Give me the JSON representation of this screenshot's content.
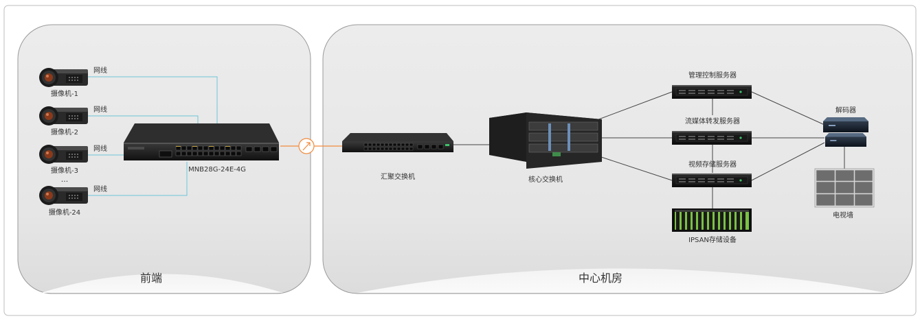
{
  "zones": {
    "front": {
      "label": "前端"
    },
    "center": {
      "label": "中心机房"
    }
  },
  "cameras": [
    {
      "label": "摄像机-1",
      "cable_label": "网线"
    },
    {
      "label": "摄像机-2",
      "cable_label": "网线"
    },
    {
      "label": "摄像机-3",
      "cable_label": "网线"
    },
    {
      "label": "摄像机-24",
      "cable_label": "网线"
    }
  ],
  "camera_ellipsis": "...",
  "access_switch": {
    "label": "MNB28G-24E-4G"
  },
  "aggregation_switch": {
    "label": "汇聚交换机"
  },
  "core_switch": {
    "label": "核心交换机"
  },
  "servers": [
    {
      "label": "管理控制服务器"
    },
    {
      "label": "流媒体转发服务器"
    },
    {
      "label": "视频存储服务器"
    }
  ],
  "storage": {
    "label": "IPSAN存储设备"
  },
  "decoder": {
    "label": "解码器"
  },
  "video_wall": {
    "label": "电视墙"
  },
  "colors": {
    "camera_link": "#6cc4d8",
    "fiber_link": "#f08a3c",
    "trunk_link": "#444444",
    "zone_fill": "#e8e8e8"
  }
}
